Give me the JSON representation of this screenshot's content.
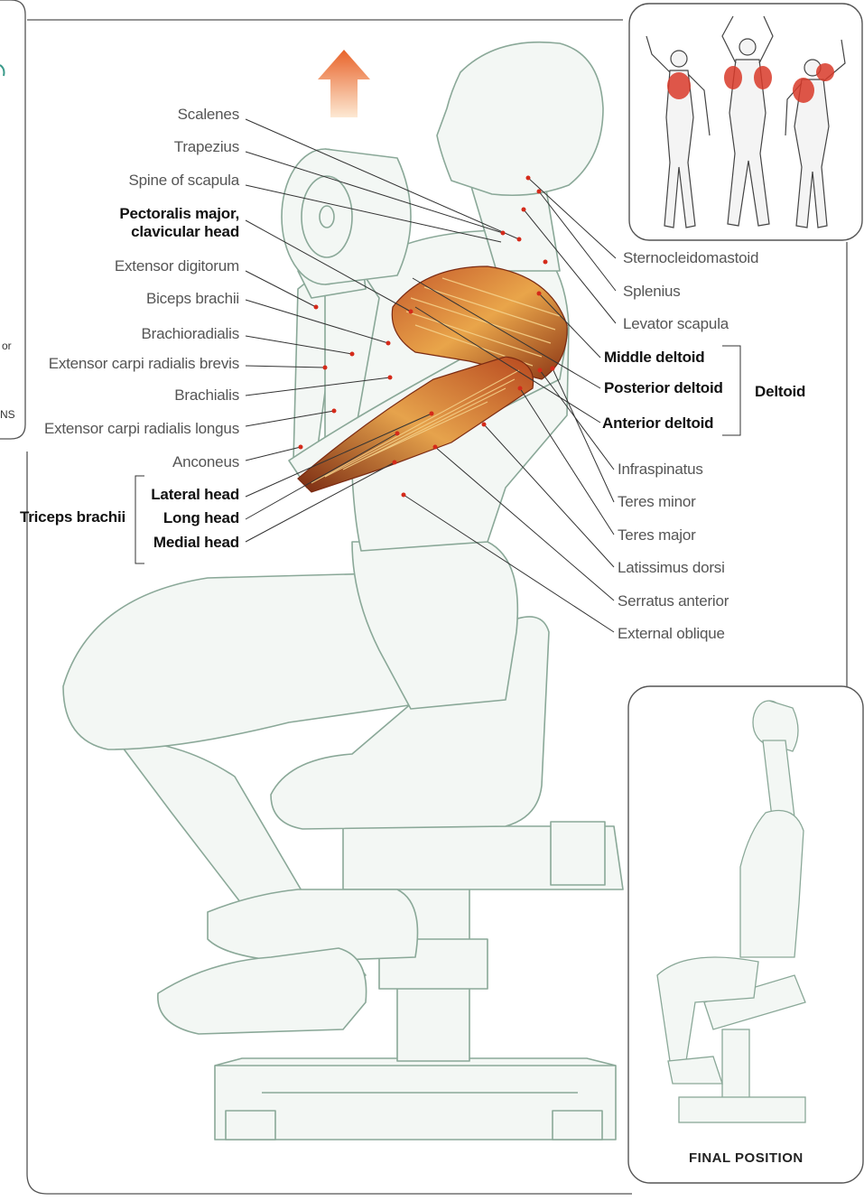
{
  "labels_left": {
    "scalenes": "Scalenes",
    "trapezius": "Trapezius",
    "spine_of_scapula": "Spine of scapula",
    "pectoralis_line1": "Pectoralis major,",
    "pectoralis_line2": "clavicular head",
    "extensor_digitorum": "Extensor digitorum",
    "biceps_brachii": "Biceps brachii",
    "brachioradialis": "Brachioradialis",
    "ecr_brevis": "Extensor carpi radialis brevis",
    "brachialis": "Brachialis",
    "ecr_longus": "Extensor carpi radialis longus",
    "anconeus": "Anconeus",
    "lateral_head": "Lateral head",
    "long_head": "Long head",
    "medial_head": "Medial head",
    "triceps_group": "Triceps brachii"
  },
  "labels_right": {
    "sternocleidomastoid": "Sternocleidomastoid",
    "splenius": "Splenius",
    "levator_scapula": "Levator scapula",
    "middle_deltoid": "Middle deltoid",
    "posterior_deltoid": "Posterior deltoid",
    "anterior_deltoid": "Anterior deltoid",
    "deltoid_group": "Deltoid",
    "infraspinatus": "Infraspinatus",
    "teres_minor": "Teres minor",
    "teres_major": "Teres major",
    "latissimus_dorsi": "Latissimus dorsi",
    "serratus_anterior": "Serratus anterior",
    "external_oblique": "External oblique"
  },
  "inset_bottom_caption": "FINAL POSITION",
  "left_edge_fragments": {
    "frag1": "or",
    "frag2": "NS"
  },
  "colors": {
    "sketch_line": "#8aa898",
    "sketch_fill": "#f2f6f3",
    "muscle_dark": "#7a2a12",
    "muscle_mid": "#c4582a",
    "muscle_light": "#e9b15a",
    "leader_line": "#333333",
    "marker_dot": "#d42a1a",
    "arrow_top": "#e8632a",
    "arrow_bottom": "#fbe3c8",
    "inset_highlight": "#d93a2a"
  },
  "icons": {
    "direction_arrow": "arrow-up-icon"
  }
}
